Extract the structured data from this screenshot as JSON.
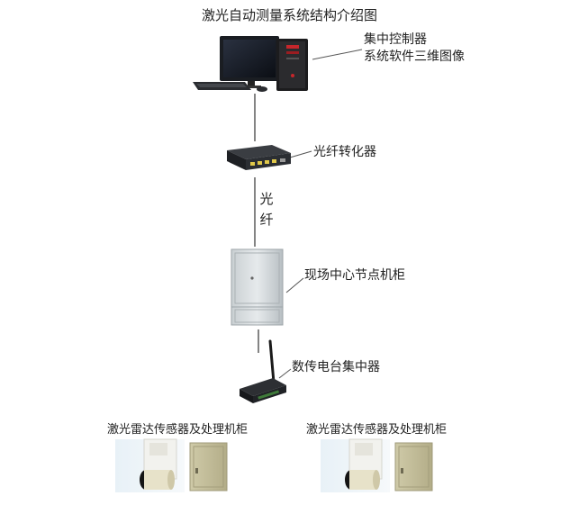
{
  "title": "激光自动测量系统结构介绍图",
  "nodes": {
    "controller": {
      "line1": "集中控制器",
      "line2": "系统软件三维图像"
    },
    "converter": {
      "label": "光纤转化器"
    },
    "fiber": {
      "label": "光纤"
    },
    "cabinet": {
      "label": "现场中心节点机柜"
    },
    "radio": {
      "label": "数传电台集中器"
    },
    "sensor_left": {
      "label": "激光雷达传感器及处理机柜"
    },
    "sensor_right": {
      "label": "激光雷达传感器及处理机柜"
    }
  }
}
